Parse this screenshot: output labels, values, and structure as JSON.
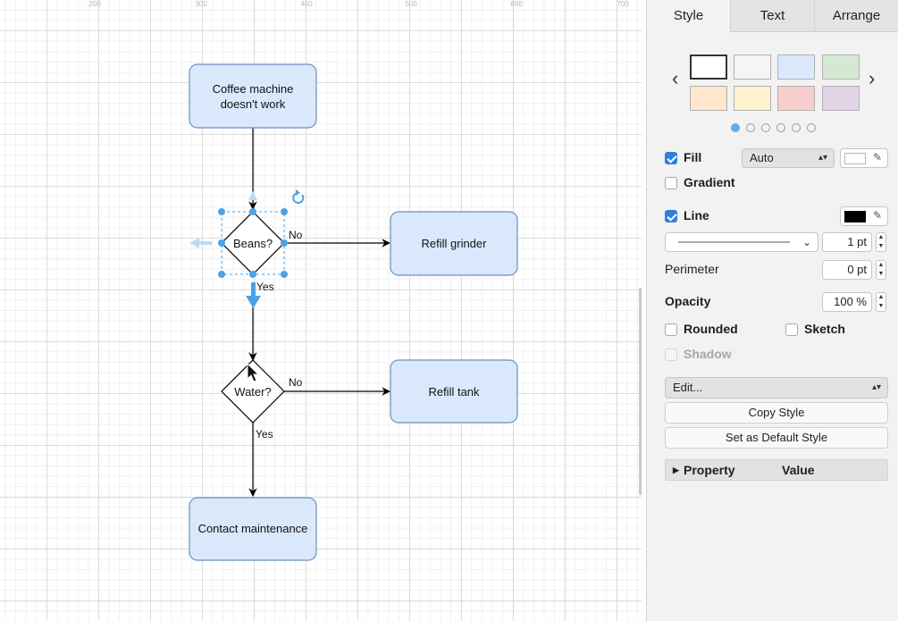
{
  "ruler": {
    "ticks": [
      "200",
      "300",
      "400",
      "500",
      "600",
      "700"
    ]
  },
  "diagram": {
    "nodes": {
      "start_line1": "Coffee machine",
      "start_line2": "doesn't work",
      "decision_beans": "Beans?",
      "decision_water": "Water?",
      "refill_grinder": "Refill grinder",
      "refill_tank": "Refill tank",
      "contact_maintenance": "Contact maintenance"
    },
    "edge_labels": {
      "beans_no": "No",
      "beans_yes": "Yes",
      "water_no": "No",
      "water_yes": "Yes"
    },
    "colors": {
      "node_fill": "#dae8fc",
      "node_stroke": "#6c8ebf",
      "selection": "#4aa3e8"
    }
  },
  "panel": {
    "tabs": [
      "Style",
      "Text",
      "Arrange"
    ],
    "active_tab": "Style",
    "swatches": [
      "#ffffff",
      "#f5f5f5",
      "#dae8fc",
      "#d5e8d4",
      "#ffe6cc",
      "#fff2cc",
      "#f8cecc",
      "#e1d5e7"
    ],
    "page_dots": 6,
    "fill": {
      "label": "Fill",
      "checked": true,
      "mode": "Auto",
      "color": "#ffffff"
    },
    "gradient": {
      "label": "Gradient",
      "checked": false
    },
    "line": {
      "label": "Line",
      "checked": true,
      "color": "#000000",
      "width": "1 pt"
    },
    "perimeter": {
      "label": "Perimeter",
      "value": "0 pt"
    },
    "opacity": {
      "label": "Opacity",
      "value": "100 %"
    },
    "rounded": {
      "label": "Rounded",
      "checked": false
    },
    "sketch": {
      "label": "Sketch",
      "checked": false
    },
    "shadow": {
      "label": "Shadow",
      "checked": false
    },
    "edit_select": "Edit...",
    "copy_style": "Copy Style",
    "set_default": "Set as Default Style",
    "property_header": {
      "property": "Property",
      "value": "Value"
    }
  }
}
